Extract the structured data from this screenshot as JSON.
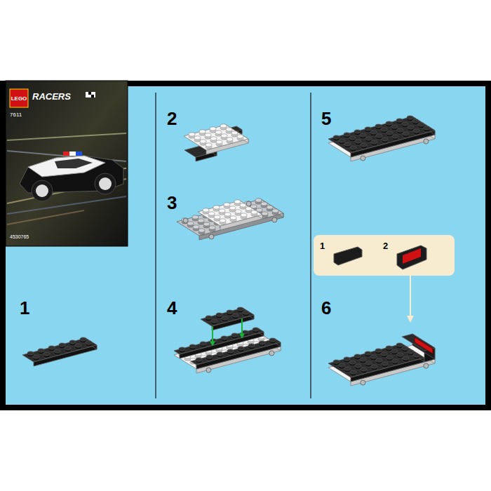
{
  "diagram": {
    "labels": [
      "LEGO",
      "RACERS",
      "7611",
      "4530765",
      "1",
      "2",
      "3",
      "4",
      "5",
      "6",
      "1",
      "2"
    ]
  }
}
